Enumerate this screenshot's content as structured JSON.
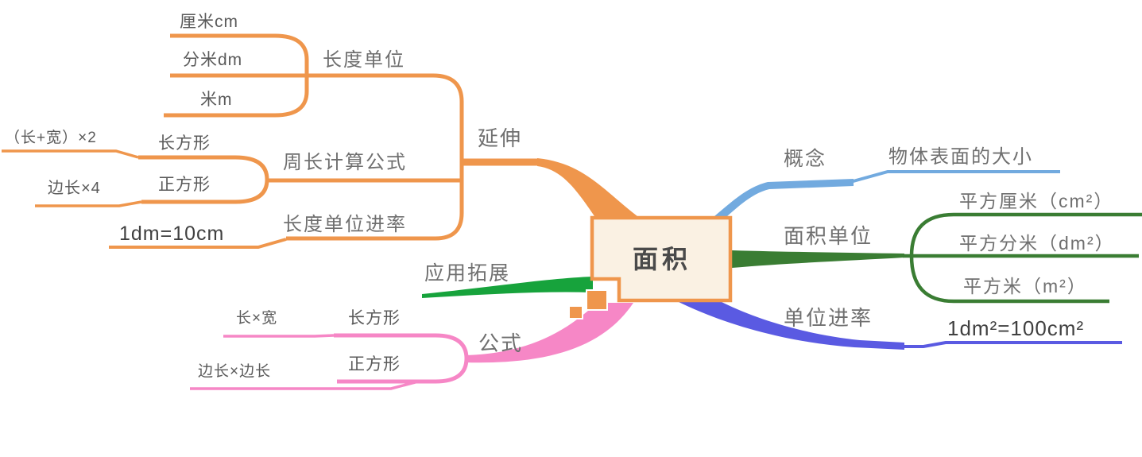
{
  "nodes": {
    "central": "面积",
    "concept": "概念",
    "concept_def": "物体表面的大小",
    "area_units": "面积单位",
    "sq_cm": "平方厘米（cm²）",
    "sq_dm": "平方分米（dm²）",
    "sq_m": "平方米（m²）",
    "unit_rate": "单位进率",
    "unit_rate_formula": "1dm²=100cm²",
    "extension": "延伸",
    "length_units": "长度单位",
    "cm": "厘米cm",
    "dm": "分米dm",
    "m": "米m",
    "perimeter_formulas": "周长计算公式",
    "perimeter_rect": "长方形",
    "perimeter_rect_formula": "（长+宽）×2",
    "perimeter_square": "正方形",
    "perimeter_square_formula": "边长×4",
    "length_unit_rate": "长度单位进率",
    "length_unit_rate_formula": "1dm=10cm",
    "application": "应用拓展",
    "formulas": "公式",
    "area_rect": "长方形",
    "area_rect_formula": "长×宽",
    "area_square": "正方形",
    "area_square_formula": "边长×边长"
  },
  "colors": {
    "orange": "#EF964C",
    "blue": "#72AADF",
    "dark_green": "#3A7D33",
    "bright_green": "#17A33C",
    "purple": "#5A5AE2",
    "pink": "#F687C6",
    "central_fill": "#FAF1E3",
    "text_gray": "#6F6F6F",
    "text_dark": "#404040"
  }
}
